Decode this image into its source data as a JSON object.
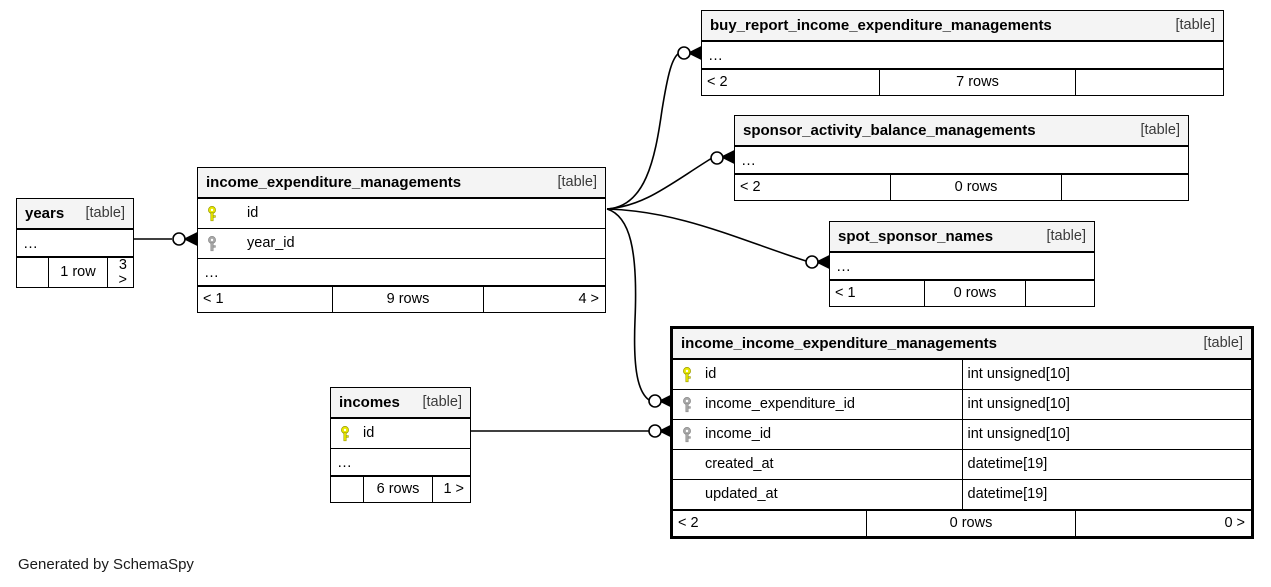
{
  "diagram": {
    "title": "SchemaSpy relationships diagram",
    "credit": "Generated by SchemaSpy",
    "type_tag": "[table]",
    "ellipsis": "…",
    "colors": {
      "primary_key": "#e8e800",
      "foreign_key": "#a8a8a8",
      "header_bg": "#f4f4f4",
      "border": "#000000",
      "background": "#ffffff"
    }
  },
  "tables": {
    "years": {
      "name": "years",
      "type_tag": "[table]",
      "ellipsis": "…",
      "footer": {
        "left": "",
        "middle": "1 row",
        "right": "3 >"
      }
    },
    "income_expenditure_managements": {
      "name": "income_expenditure_managements",
      "type_tag": "[table]",
      "ellipsis": "…",
      "columns": [
        {
          "name": "id",
          "key": "primary",
          "type": ""
        },
        {
          "name": "year_id",
          "key": "foreign",
          "type": ""
        }
      ],
      "footer": {
        "left": "< 1",
        "middle": "9 rows",
        "right": "4 >"
      }
    },
    "buy_report_income_expenditure_managements": {
      "name": "buy_report_income_expenditure_managements",
      "type_tag": "[table]",
      "ellipsis": "…",
      "footer": {
        "left": "< 2",
        "middle": "7 rows",
        "right": ""
      }
    },
    "sponsor_activity_balance_managements": {
      "name": "sponsor_activity_balance_managements",
      "type_tag": "[table]",
      "ellipsis": "…",
      "footer": {
        "left": "< 2",
        "middle": "0 rows",
        "right": ""
      }
    },
    "spot_sponsor_names": {
      "name": "spot_sponsor_names",
      "type_tag": "[table]",
      "ellipsis": "…",
      "footer": {
        "left": "< 1",
        "middle": "0 rows",
        "right": ""
      }
    },
    "incomes": {
      "name": "incomes",
      "type_tag": "[table]",
      "ellipsis": "…",
      "columns": [
        {
          "name": "id",
          "key": "primary",
          "type": ""
        }
      ],
      "footer": {
        "left": "",
        "middle": "6 rows",
        "right": "1 >"
      }
    },
    "income_income_expenditure_managements": {
      "name": "income_income_expenditure_managements",
      "type_tag": "[table]",
      "focus": true,
      "columns": [
        {
          "name": "id",
          "key": "primary",
          "type": "int unsigned[10]"
        },
        {
          "name": "income_expenditure_id",
          "key": "foreign",
          "type": "int unsigned[10]"
        },
        {
          "name": "income_id",
          "key": "foreign",
          "type": "int unsigned[10]"
        },
        {
          "name": "created_at",
          "key": "none",
          "type": "datetime[19]"
        },
        {
          "name": "updated_at",
          "key": "none",
          "type": "datetime[19]"
        }
      ],
      "footer": {
        "left": "< 2",
        "middle": "0 rows",
        "right": "0 >"
      }
    }
  }
}
